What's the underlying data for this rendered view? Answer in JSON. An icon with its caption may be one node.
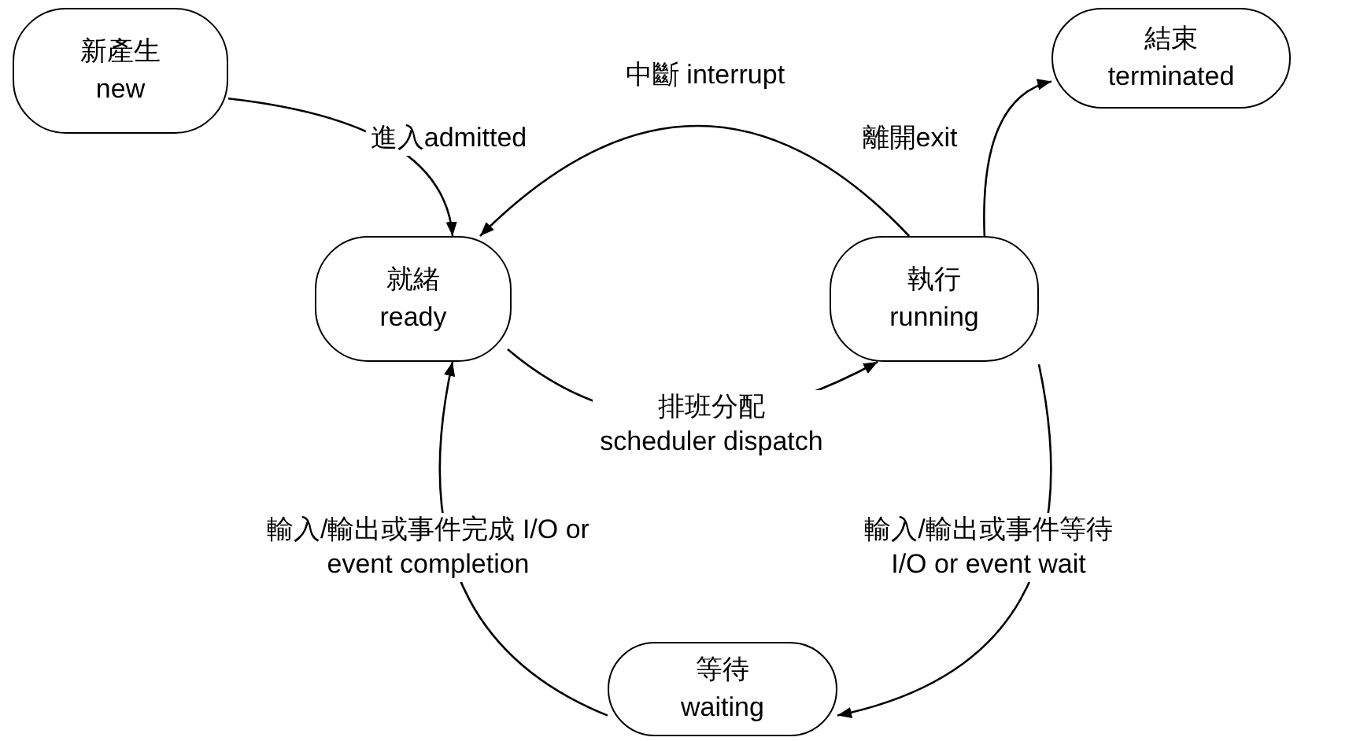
{
  "diagram": {
    "nodes": [
      {
        "text": [
          "新產生",
          "new"
        ]
      },
      {
        "text": [
          "結束",
          "terminated"
        ]
      },
      {
        "text": [
          "就緒",
          "ready"
        ]
      },
      {
        "text": [
          "執行",
          "running"
        ]
      },
      {
        "text": [
          "等待",
          "waiting"
        ]
      }
    ],
    "edges": [
      {
        "from": 0,
        "to": 2,
        "arrow": "to",
        "label": "進入admitted"
      },
      {
        "from": 3,
        "to": 2,
        "arrow": "to",
        "label": "中斷 interrupt"
      },
      {
        "from": 2,
        "to": 3,
        "arrow": "to",
        "label": "排班分配 scheduler dispatch"
      },
      {
        "from": 3,
        "to": 1,
        "arrow": "to",
        "label": "離開exit"
      },
      {
        "from": 3,
        "to": 4,
        "arrow": "to",
        "label": "輸入/輸出或事件等待 I/O or event wait"
      },
      {
        "from": 4,
        "to": 2,
        "arrow": "to",
        "label": "輸入/輸出或事件完成 I/O or event completion"
      }
    ]
  }
}
